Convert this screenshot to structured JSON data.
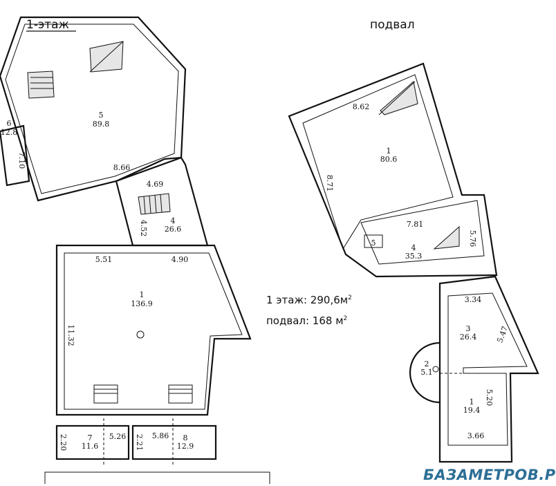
{
  "headings": {
    "floor1": "1-этаж",
    "basement": "подвал"
  },
  "summary": {
    "floor1": "1 этаж: 290,6м",
    "basement": "подвал: 168 м",
    "unit_sup": "2"
  },
  "watermark": "БАЗАМЕТРОВ.РУ",
  "floor1_rooms": {
    "r5": {
      "num": "5",
      "area": "89.8"
    },
    "r6": {
      "num": "6",
      "area": "12.8"
    },
    "r4": {
      "num": "4",
      "area": "26.6"
    },
    "r1": {
      "num": "1",
      "area": "136.9"
    },
    "r7": {
      "num": "7",
      "area": "11.6"
    },
    "r8": {
      "num": "8",
      "area": "12.9"
    }
  },
  "floor1_dims": {
    "d710": "7.10",
    "d866": "8.66",
    "d469": "4.69",
    "d452": "4.52",
    "d551": "5.51",
    "d490": "4.90",
    "d1132": "11.32",
    "d220": "2.20",
    "d526": "5.26",
    "d221": "2.21",
    "d586": "5.86"
  },
  "basement_rooms": {
    "r1": {
      "num": "1",
      "area": "80.6"
    },
    "r4": {
      "num": "4",
      "area": "35.3"
    },
    "r5": {
      "num": "5"
    },
    "r3": {
      "num": "3",
      "area": "26.4"
    },
    "r2": {
      "num": "2",
      "area": "5.1"
    },
    "r1b": {
      "num": "1",
      "area": "19.4"
    }
  },
  "basement_dims": {
    "d862": "8.62",
    "d871": "8.71",
    "d781": "7.81",
    "d576": "5.76",
    "d334": "3.34",
    "d547": "5.47",
    "d520": "5.20",
    "d366": "3.66"
  }
}
